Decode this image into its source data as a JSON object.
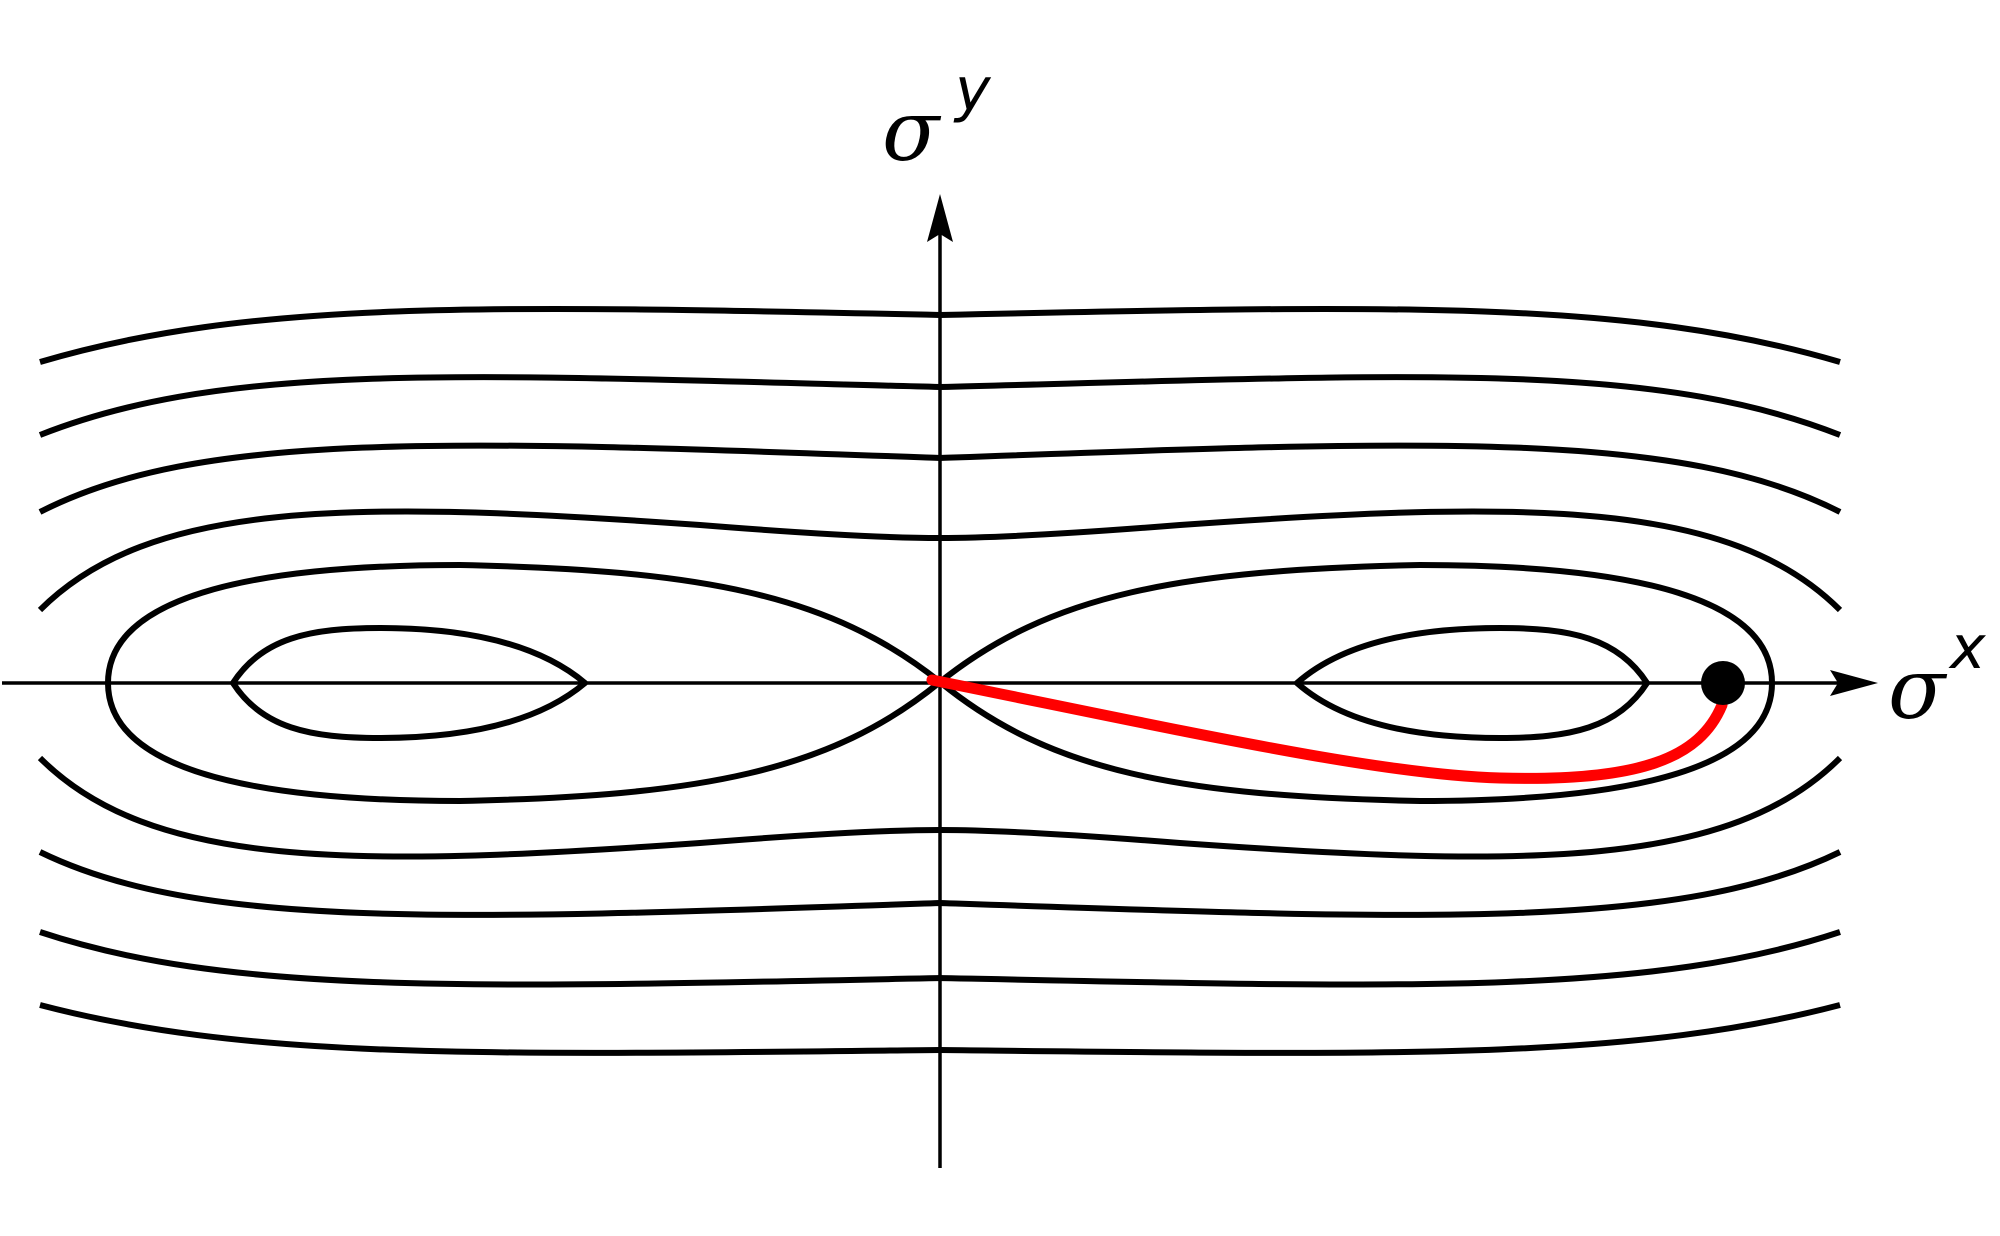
{
  "axes": {
    "x_symbol": "σ",
    "x_superscript": "x",
    "y_symbol": "σ",
    "y_superscript": "y"
  },
  "colors": {
    "contours": "#000000",
    "axes": "#000000",
    "trajectory": "#ff0000",
    "marker": "#000000"
  }
}
